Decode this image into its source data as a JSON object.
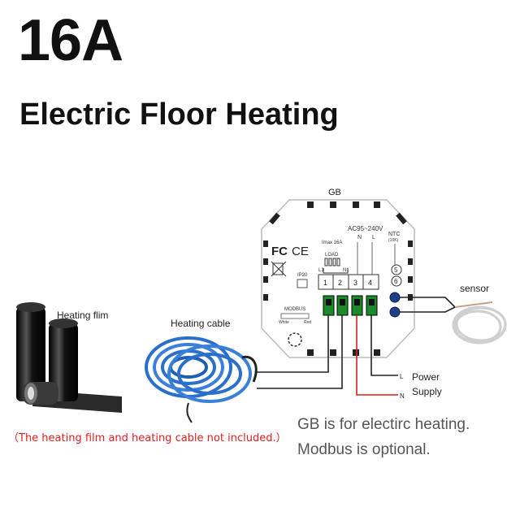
{
  "title": "16A",
  "subtitle": "Electric Floor Heating",
  "device": {
    "gb": "GB",
    "voltage": "AC95~240V",
    "n": "N",
    "l": "L",
    "ntc": "NTC",
    "ntc_sub": "(10K)",
    "imax": "Imax 16A",
    "load": "LOAD",
    "l1": "L1",
    "n1": "N1",
    "fc": "FC",
    "ce": "CE",
    "ip": "IP20",
    "modbus": "MODBUS",
    "white": "White",
    "red": "Red",
    "terminals": [
      "1",
      "2",
      "3",
      "4"
    ],
    "sensor_terminals": [
      "5",
      "6"
    ]
  },
  "labels": {
    "sensor": "sensor",
    "film": "Heating flim",
    "cable": "Heating cable",
    "l": "L",
    "n": "N",
    "power": "Power",
    "supply": "Supply"
  },
  "note": "（The heating film and heating cable not included.）",
  "info_line1": "GB is for electirc heating.",
  "info_line2": "Modbus is optional.",
  "colors": {
    "wire_black": "#222222",
    "wire_red": "#d42020",
    "terminal_green": "#1a8a2a",
    "cable_blue": "#2a6fc9",
    "film_dark": "#1a1a1a",
    "note_red": "#e02020"
  }
}
